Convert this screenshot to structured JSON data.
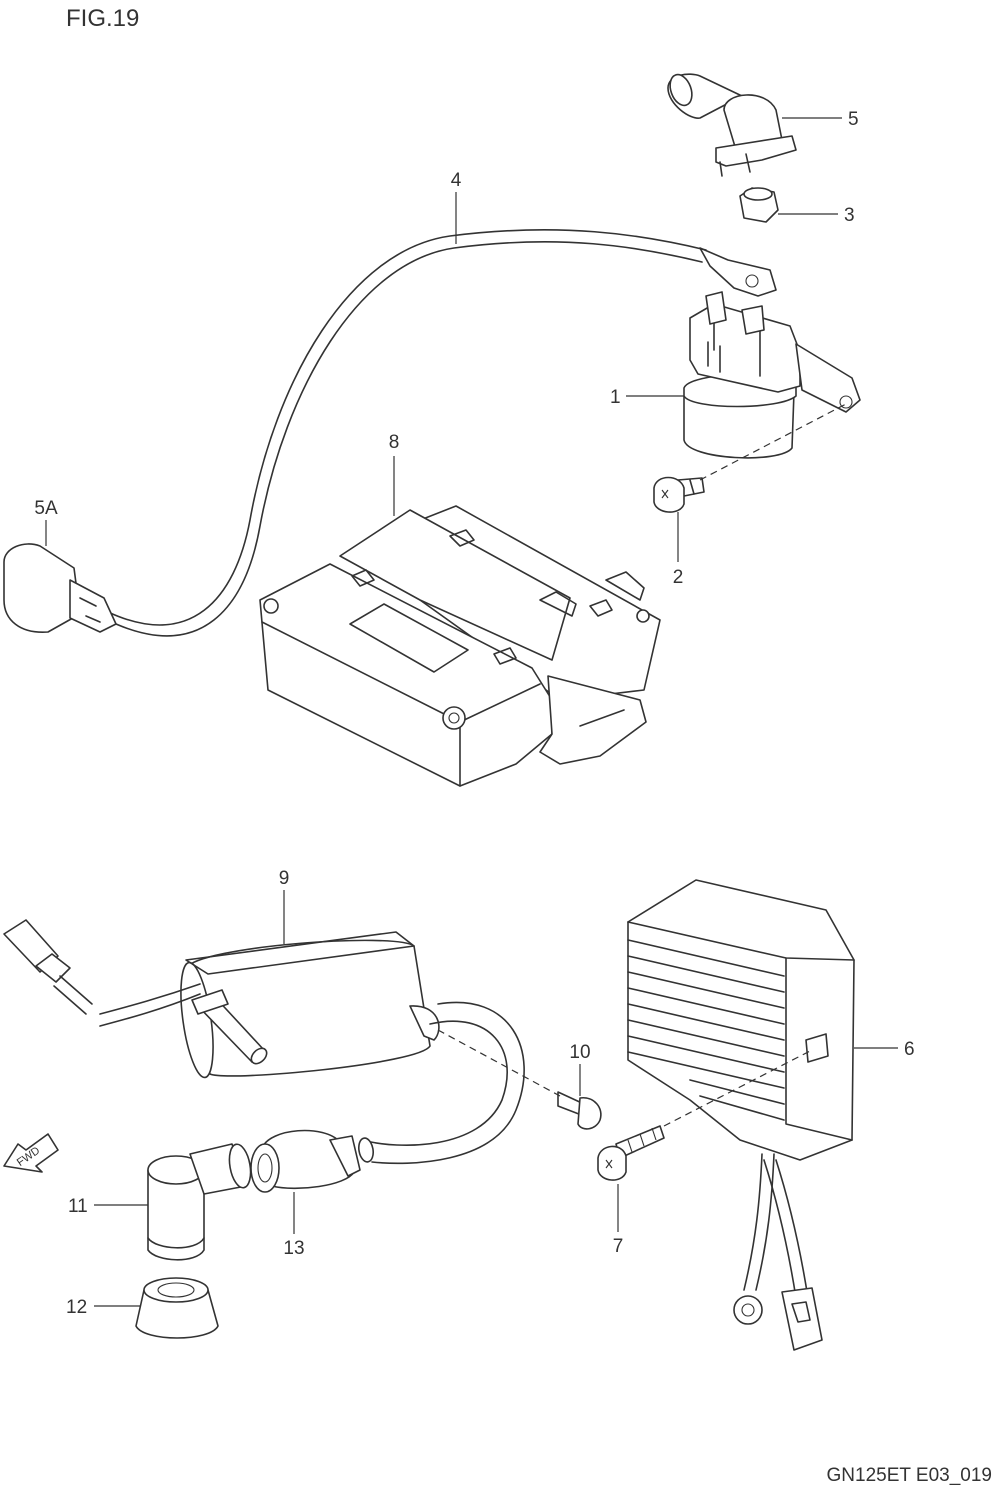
{
  "figure_title": "FIG.19",
  "drawing_code": "GN125ET E03_019",
  "fwd_label": "FWD",
  "callouts": {
    "c1": "1",
    "c2": "2",
    "c3": "3",
    "c4": "4",
    "c5": "5",
    "c5a": "5A",
    "c6": "6",
    "c7": "7",
    "c8": "8",
    "c9": "9",
    "c10": "10",
    "c11": "11",
    "c12": "12",
    "c13": "13"
  }
}
